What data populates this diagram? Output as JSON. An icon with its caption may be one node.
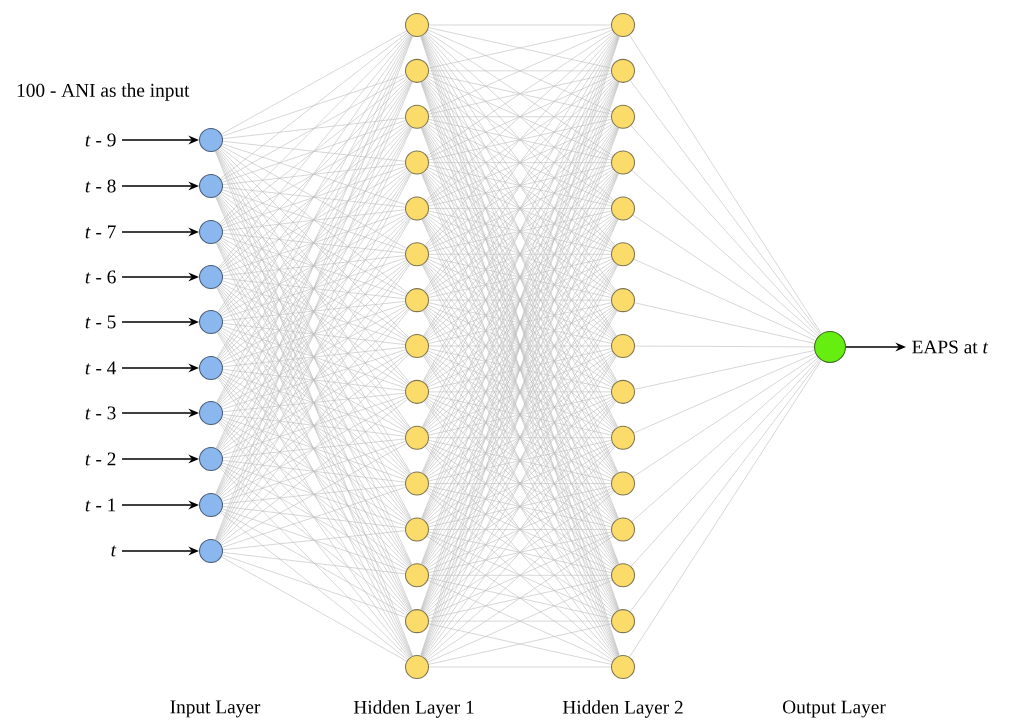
{
  "diagram": {
    "nodes": [
      {
        "text": [
          "*t* - 9"
        ]
      },
      {
        "text": [
          "*t* - 8"
        ]
      },
      {
        "text": [
          "*t* - 7"
        ]
      },
      {
        "text": [
          "*t* - 6"
        ]
      },
      {
        "text": [
          "*t* - 5"
        ]
      },
      {
        "text": [
          "*t* - 4"
        ]
      },
      {
        "text": [
          "*t* - 3"
        ]
      },
      {
        "text": [
          "*t* - 2"
        ]
      },
      {
        "text": [
          "*t* - 1"
        ]
      },
      {
        "text": [
          "*t*"
        ]
      },
      {
        "text": [],
        "shape": "circle"
      },
      {
        "text": [],
        "shape": "circle"
      },
      {
        "text": [],
        "shape": "circle"
      },
      {
        "text": [],
        "shape": "circle"
      },
      {
        "text": [],
        "shape": "circle"
      },
      {
        "text": [],
        "shape": "circle"
      },
      {
        "text": [],
        "shape": "circle"
      },
      {
        "text": [],
        "shape": "circle"
      },
      {
        "text": [],
        "shape": "circle"
      },
      {
        "text": [],
        "shape": "circle"
      },
      {
        "text": [],
        "shape": "circle"
      },
      {
        "text": [],
        "shape": "circle"
      },
      {
        "text": [],
        "shape": "circle"
      },
      {
        "text": [],
        "shape": "circle"
      },
      {
        "text": [],
        "shape": "circle"
      },
      {
        "text": [],
        "shape": "circle"
      },
      {
        "text": [],
        "shape": "circle"
      },
      {
        "text": [],
        "shape": "circle"
      },
      {
        "text": [],
        "shape": "circle"
      },
      {
        "text": [],
        "shape": "circle"
      },
      {
        "text": [],
        "shape": "circle"
      },
      {
        "text": [],
        "shape": "circle"
      },
      {
        "text": [],
        "shape": "circle"
      },
      {
        "text": [],
        "shape": "circle"
      },
      {
        "text": [],
        "shape": "circle"
      },
      {
        "text": [],
        "shape": "circle"
      },
      {
        "text": [],
        "shape": "circle"
      },
      {
        "text": [],
        "shape": "circle"
      },
      {
        "text": [],
        "shape": "circle"
      },
      {
        "text": [],
        "shape": "circle"
      },
      {
        "text": [],
        "shape": "circle"
      },
      {
        "text": [],
        "shape": "circle"
      },
      {
        "text": [],
        "shape": "circle"
      },
      {
        "text": [],
        "shape": "circle"
      },
      {
        "text": [],
        "shape": "circle"
      },
      {
        "text": [],
        "shape": "circle"
      },
      {
        "text": [],
        "shape": "circle"
      },
      {
        "text": [],
        "shape": "circle"
      },
      {
        "text": [],
        "shape": "circle"
      },
      {
        "text": [],
        "shape": "circle"
      },
      {
        "text": [],
        "shape": "circle"
      },
      {
        "text": [
          "EAPS at *t*"
        ]
      }
    ],
    "edges": [
      {
        "from": 0,
        "to": 10,
        "arrow": "to",
        "color": "#000000"
      },
      {
        "from": 1,
        "to": 11,
        "arrow": "to",
        "color": "#000000"
      },
      {
        "from": 2,
        "to": 12,
        "arrow": "to",
        "color": "#000000"
      },
      {
        "from": 3,
        "to": 13,
        "arrow": "to",
        "color": "#000000"
      },
      {
        "from": 4,
        "to": 14,
        "arrow": "to",
        "color": "#000000"
      },
      {
        "from": 5,
        "to": 15,
        "arrow": "to",
        "color": "#000000"
      },
      {
        "from": 6,
        "to": 16,
        "arrow": "to",
        "color": "#000000"
      },
      {
        "from": 7,
        "to": 17,
        "arrow": "to",
        "color": "#000000"
      },
      {
        "from": 8,
        "to": 18,
        "arrow": "to",
        "color": "#000000"
      },
      {
        "from": 9,
        "to": 19,
        "arrow": "to",
        "color": "#000000"
      },
      {
        "from": 10,
        "to": 20,
        "arrow": "none"
      },
      {
        "from": 10,
        "to": 21,
        "arrow": "none"
      },
      {
        "from": 10,
        "to": 22,
        "arrow": "none"
      },
      {
        "from": 10,
        "to": 23,
        "arrow": "none"
      },
      {
        "from": 10,
        "to": 24,
        "arrow": "none"
      },
      {
        "from": 10,
        "to": 25,
        "arrow": "none"
      },
      {
        "from": 10,
        "to": 26,
        "arrow": "none"
      },
      {
        "from": 10,
        "to": 27,
        "arrow": "none"
      },
      {
        "from": 10,
        "to": 28,
        "arrow": "none"
      },
      {
        "from": 10,
        "to": 29,
        "arrow": "none"
      },
      {
        "from": 10,
        "to": 30,
        "arrow": "none"
      },
      {
        "from": 10,
        "to": 31,
        "arrow": "none"
      },
      {
        "from": 10,
        "to": 32,
        "arrow": "none"
      },
      {
        "from": 10,
        "to": 33,
        "arrow": "none"
      },
      {
        "from": 10,
        "to": 34,
        "arrow": "none"
      },
      {
        "from": 11,
        "to": 20,
        "arrow": "none"
      },
      {
        "from": 11,
        "to": 21,
        "arrow": "none"
      },
      {
        "from": 11,
        "to": 22,
        "arrow": "none"
      },
      {
        "from": 11,
        "to": 23,
        "arrow": "none"
      },
      {
        "from": 11,
        "to": 24,
        "arrow": "none"
      },
      {
        "from": 11,
        "to": 25,
        "arrow": "none"
      },
      {
        "from": 11,
        "to": 26,
        "arrow": "none"
      },
      {
        "from": 11,
        "to": 27,
        "arrow": "none"
      },
      {
        "from": 11,
        "to": 28,
        "arrow": "none"
      },
      {
        "from": 11,
        "to": 29,
        "arrow": "none"
      },
      {
        "from": 11,
        "to": 30,
        "arrow": "none"
      },
      {
        "from": 11,
        "to": 31,
        "arrow": "none"
      },
      {
        "from": 11,
        "to": 32,
        "arrow": "none"
      },
      {
        "from": 11,
        "to": 33,
        "arrow": "none"
      },
      {
        "from": 11,
        "to": 34,
        "arrow": "none"
      },
      {
        "from": 12,
        "to": 20,
        "arrow": "none"
      },
      {
        "from": 12,
        "to": 21,
        "arrow": "none"
      },
      {
        "from": 12,
        "to": 22,
        "arrow": "none"
      },
      {
        "from": 12,
        "to": 23,
        "arrow": "none"
      },
      {
        "from": 12,
        "to": 24,
        "arrow": "none"
      },
      {
        "from": 12,
        "to": 25,
        "arrow": "none"
      },
      {
        "from": 12,
        "to": 26,
        "arrow": "none"
      },
      {
        "from": 12,
        "to": 27,
        "arrow": "none"
      },
      {
        "from": 12,
        "to": 28,
        "arrow": "none"
      },
      {
        "from": 12,
        "to": 29,
        "arrow": "none"
      },
      {
        "from": 12,
        "to": 30,
        "arrow": "none"
      },
      {
        "from": 12,
        "to": 31,
        "arrow": "none"
      },
      {
        "from": 12,
        "to": 32,
        "arrow": "none"
      },
      {
        "from": 12,
        "to": 33,
        "arrow": "none"
      },
      {
        "from": 12,
        "to": 34,
        "arrow": "none"
      },
      {
        "from": 13,
        "to": 20,
        "arrow": "none"
      },
      {
        "from": 13,
        "to": 21,
        "arrow": "none"
      },
      {
        "from": 13,
        "to": 22,
        "arrow": "none"
      },
      {
        "from": 13,
        "to": 23,
        "arrow": "none"
      },
      {
        "from": 13,
        "to": 24,
        "arrow": "none"
      },
      {
        "from": 13,
        "to": 25,
        "arrow": "none"
      },
      {
        "from": 13,
        "to": 26,
        "arrow": "none"
      },
      {
        "from": 13,
        "to": 27,
        "arrow": "none"
      },
      {
        "from": 13,
        "to": 28,
        "arrow": "none"
      },
      {
        "from": 13,
        "to": 29,
        "arrow": "none"
      },
      {
        "from": 13,
        "to": 30,
        "arrow": "none"
      },
      {
        "from": 13,
        "to": 31,
        "arrow": "none"
      },
      {
        "from": 13,
        "to": 32,
        "arrow": "none"
      },
      {
        "from": 13,
        "to": 33,
        "arrow": "none"
      },
      {
        "from": 13,
        "to": 34,
        "arrow": "none"
      },
      {
        "from": 14,
        "to": 20,
        "arrow": "none"
      },
      {
        "from": 14,
        "to": 21,
        "arrow": "none"
      },
      {
        "from": 14,
        "to": 22,
        "arrow": "none"
      },
      {
        "from": 14,
        "to": 23,
        "arrow": "none"
      },
      {
        "from": 14,
        "to": 24,
        "arrow": "none"
      },
      {
        "from": 14,
        "to": 25,
        "arrow": "none"
      },
      {
        "from": 14,
        "to": 26,
        "arrow": "none"
      },
      {
        "from": 14,
        "to": 27,
        "arrow": "none"
      },
      {
        "from": 14,
        "to": 28,
        "arrow": "none"
      },
      {
        "from": 14,
        "to": 29,
        "arrow": "none"
      },
      {
        "from": 14,
        "to": 30,
        "arrow": "none"
      },
      {
        "from": 14,
        "to": 31,
        "arrow": "none"
      },
      {
        "from": 14,
        "to": 32,
        "arrow": "none"
      },
      {
        "from": 14,
        "to": 33,
        "arrow": "none"
      },
      {
        "from": 14,
        "to": 34,
        "arrow": "none"
      },
      {
        "from": 15,
        "to": 20,
        "arrow": "none"
      },
      {
        "from": 15,
        "to": 21,
        "arrow": "none"
      },
      {
        "from": 15,
        "to": 22,
        "arrow": "none"
      },
      {
        "from": 15,
        "to": 23,
        "arrow": "none"
      },
      {
        "from": 15,
        "to": 24,
        "arrow": "none"
      },
      {
        "from": 15,
        "to": 25,
        "arrow": "none"
      },
      {
        "from": 15,
        "to": 26,
        "arrow": "none"
      },
      {
        "from": 15,
        "to": 27,
        "arrow": "none"
      },
      {
        "from": 15,
        "to": 28,
        "arrow": "none"
      },
      {
        "from": 15,
        "to": 29,
        "arrow": "none"
      },
      {
        "from": 15,
        "to": 30,
        "arrow": "none"
      },
      {
        "from": 15,
        "to": 31,
        "arrow": "none"
      },
      {
        "from": 15,
        "to": 32,
        "arrow": "none"
      },
      {
        "from": 15,
        "to": 33,
        "arrow": "none"
      },
      {
        "from": 15,
        "to": 34,
        "arrow": "none"
      },
      {
        "from": 16,
        "to": 20,
        "arrow": "none"
      },
      {
        "from": 16,
        "to": 21,
        "arrow": "none"
      },
      {
        "from": 16,
        "to": 22,
        "arrow": "none"
      },
      {
        "from": 16,
        "to": 23,
        "arrow": "none"
      },
      {
        "from": 16,
        "to": 24,
        "arrow": "none"
      },
      {
        "from": 16,
        "to": 25,
        "arrow": "none"
      },
      {
        "from": 16,
        "to": 26,
        "arrow": "none"
      },
      {
        "from": 16,
        "to": 27,
        "arrow": "none"
      },
      {
        "from": 16,
        "to": 28,
        "arrow": "none"
      },
      {
        "from": 16,
        "to": 29,
        "arrow": "none"
      },
      {
        "from": 16,
        "to": 30,
        "arrow": "none"
      },
      {
        "from": 16,
        "to": 31,
        "arrow": "none"
      },
      {
        "from": 16,
        "to": 32,
        "arrow": "none"
      },
      {
        "from": 16,
        "to": 33,
        "arrow": "none"
      },
      {
        "from": 16,
        "to": 34,
        "arrow": "none"
      },
      {
        "from": 17,
        "to": 20,
        "arrow": "none"
      },
      {
        "from": 17,
        "to": 21,
        "arrow": "none"
      },
      {
        "from": 17,
        "to": 22,
        "arrow": "none"
      },
      {
        "from": 17,
        "to": 23,
        "arrow": "none"
      },
      {
        "from": 17,
        "to": 24,
        "arrow": "none"
      },
      {
        "from": 17,
        "to": 25,
        "arrow": "none"
      },
      {
        "from": 17,
        "to": 26,
        "arrow": "none"
      },
      {
        "from": 17,
        "to": 27,
        "arrow": "none"
      },
      {
        "from": 17,
        "to": 28,
        "arrow": "none"
      },
      {
        "from": 17,
        "to": 29,
        "arrow": "none"
      },
      {
        "from": 17,
        "to": 30,
        "arrow": "none"
      },
      {
        "from": 17,
        "to": 31,
        "arrow": "none"
      },
      {
        "from": 17,
        "to": 32,
        "arrow": "none"
      },
      {
        "from": 17,
        "to": 33,
        "arrow": "none"
      },
      {
        "from": 17,
        "to": 34,
        "arrow": "none"
      },
      {
        "from": 18,
        "to": 20,
        "arrow": "none"
      },
      {
        "from": 18,
        "to": 21,
        "arrow": "none"
      },
      {
        "from": 18,
        "to": 22,
        "arrow": "none"
      },
      {
        "from": 18,
        "to": 23,
        "arrow": "none"
      },
      {
        "from": 18,
        "to": 24,
        "arrow": "none"
      },
      {
        "from": 18,
        "to": 25,
        "arrow": "none"
      },
      {
        "from": 18,
        "to": 26,
        "arrow": "none"
      },
      {
        "from": 18,
        "to": 27,
        "arrow": "none"
      },
      {
        "from": 18,
        "to": 28,
        "arrow": "none"
      },
      {
        "from": 18,
        "to": 29,
        "arrow": "none"
      },
      {
        "from": 18,
        "to": 30,
        "arrow": "none"
      },
      {
        "from": 18,
        "to": 31,
        "arrow": "none"
      },
      {
        "from": 18,
        "to": 32,
        "arrow": "none"
      },
      {
        "from": 18,
        "to": 33,
        "arrow": "none"
      },
      {
        "from": 18,
        "to": 34,
        "arrow": "none"
      },
      {
        "from": 19,
        "to": 20,
        "arrow": "none"
      },
      {
        "from": 19,
        "to": 21,
        "arrow": "none"
      },
      {
        "from": 19,
        "to": 22,
        "arrow": "none"
      },
      {
        "from": 19,
        "to": 23,
        "arrow": "none"
      },
      {
        "from": 19,
        "to": 24,
        "arrow": "none"
      },
      {
        "from": 19,
        "to": 25,
        "arrow": "none"
      },
      {
        "from": 19,
        "to": 26,
        "arrow": "none"
      },
      {
        "from": 19,
        "to": 27,
        "arrow": "none"
      },
      {
        "from": 19,
        "to": 28,
        "arrow": "none"
      },
      {
        "from": 19,
        "to": 29,
        "arrow": "none"
      },
      {
        "from": 19,
        "to": 30,
        "arrow": "none"
      },
      {
        "from": 19,
        "to": 31,
        "arrow": "none"
      },
      {
        "from": 19,
        "to": 32,
        "arrow": "none"
      },
      {
        "from": 19,
        "to": 33,
        "arrow": "none"
      },
      {
        "from": 19,
        "to": 34,
        "arrow": "none"
      },
      {
        "from": 20,
        "to": 35,
        "arrow": "none"
      },
      {
        "from": 20,
        "to": 36,
        "arrow": "none"
      },
      {
        "from": 20,
        "to": 37,
        "arrow": "none"
      },
      {
        "from": 20,
        "to": 38,
        "arrow": "none"
      },
      {
        "from": 20,
        "to": 39,
        "arrow": "none"
      },
      {
        "from": 20,
        "to": 40,
        "arrow": "none"
      },
      {
        "from": 20,
        "to": 41,
        "arrow": "none"
      },
      {
        "from": 20,
        "to": 42,
        "arrow": "none"
      },
      {
        "from": 20,
        "to": 43,
        "arrow": "none"
      },
      {
        "from": 20,
        "to": 44,
        "arrow": "none"
      },
      {
        "from": 20,
        "to": 45,
        "arrow": "none"
      },
      {
        "from": 20,
        "to": 46,
        "arrow": "none"
      },
      {
        "from": 20,
        "to": 47,
        "arrow": "none"
      },
      {
        "from": 20,
        "to": 48,
        "arrow": "none"
      },
      {
        "from": 20,
        "to": 49,
        "arrow": "none"
      },
      {
        "from": 21,
        "to": 35,
        "arrow": "none"
      },
      {
        "from": 21,
        "to": 36,
        "arrow": "none"
      },
      {
        "from": 21,
        "to": 37,
        "arrow": "none"
      },
      {
        "from": 21,
        "to": 38,
        "arrow": "none"
      },
      {
        "from": 21,
        "to": 39,
        "arrow": "none"
      },
      {
        "from": 21,
        "to": 40,
        "arrow": "none"
      },
      {
        "from": 21,
        "to": 41,
        "arrow": "none"
      },
      {
        "from": 21,
        "to": 42,
        "arrow": "none"
      },
      {
        "from": 21,
        "to": 43,
        "arrow": "none"
      },
      {
        "from": 21,
        "to": 44,
        "arrow": "none"
      },
      {
        "from": 21,
        "to": 45,
        "arrow": "none"
      },
      {
        "from": 21,
        "to": 46,
        "arrow": "none"
      },
      {
        "from": 21,
        "to": 47,
        "arrow": "none"
      },
      {
        "from": 21,
        "to": 48,
        "arrow": "none"
      },
      {
        "from": 21,
        "to": 49,
        "arrow": "none"
      },
      {
        "from": 22,
        "to": 35,
        "arrow": "none"
      },
      {
        "from": 22,
        "to": 36,
        "arrow": "none"
      },
      {
        "from": 22,
        "to": 37,
        "arrow": "none"
      },
      {
        "from": 22,
        "to": 38,
        "arrow": "none"
      },
      {
        "from": 22,
        "to": 39,
        "arrow": "none"
      },
      {
        "from": 22,
        "to": 40,
        "arrow": "none"
      },
      {
        "from": 22,
        "to": 41,
        "arrow": "none"
      },
      {
        "from": 22,
        "to": 42,
        "arrow": "none"
      },
      {
        "from": 22,
        "to": 43,
        "arrow": "none"
      },
      {
        "from": 22,
        "to": 44,
        "arrow": "none"
      },
      {
        "from": 22,
        "to": 45,
        "arrow": "none"
      },
      {
        "from": 22,
        "to": 46,
        "arrow": "none"
      },
      {
        "from": 22,
        "to": 47,
        "arrow": "none"
      },
      {
        "from": 22,
        "to": 48,
        "arrow": "none"
      },
      {
        "from": 22,
        "to": 49,
        "arrow": "none"
      },
      {
        "from": 23,
        "to": 35,
        "arrow": "none"
      },
      {
        "from": 23,
        "to": 36,
        "arrow": "none"
      },
      {
        "from": 23,
        "to": 37,
        "arrow": "none"
      },
      {
        "from": 23,
        "to": 38,
        "arrow": "none"
      },
      {
        "from": 23,
        "to": 39,
        "arrow": "none"
      },
      {
        "from": 23,
        "to": 40,
        "arrow": "none"
      },
      {
        "from": 23,
        "to": 41,
        "arrow": "none"
      },
      {
        "from": 23,
        "to": 42,
        "arrow": "none"
      },
      {
        "from": 23,
        "to": 43,
        "arrow": "none"
      },
      {
        "from": 23,
        "to": 44,
        "arrow": "none"
      },
      {
        "from": 23,
        "to": 45,
        "arrow": "none"
      },
      {
        "from": 23,
        "to": 46,
        "arrow": "none"
      },
      {
        "from": 23,
        "to": 47,
        "arrow": "none"
      },
      {
        "from": 23,
        "to": 48,
        "arrow": "none"
      },
      {
        "from": 23,
        "to": 49,
        "arrow": "none"
      },
      {
        "from": 24,
        "to": 35,
        "arrow": "none"
      },
      {
        "from": 24,
        "to": 36,
        "arrow": "none"
      },
      {
        "from": 24,
        "to": 37,
        "arrow": "none"
      },
      {
        "from": 24,
        "to": 38,
        "arrow": "none"
      },
      {
        "from": 24,
        "to": 39,
        "arrow": "none"
      },
      {
        "from": 24,
        "to": 40,
        "arrow": "none"
      },
      {
        "from": 24,
        "to": 41,
        "arrow": "none"
      },
      {
        "from": 24,
        "to": 42,
        "arrow": "none"
      },
      {
        "from": 24,
        "to": 43,
        "arrow": "none"
      },
      {
        "from": 24,
        "to": 44,
        "arrow": "none"
      },
      {
        "from": 24,
        "to": 45,
        "arrow": "none"
      },
      {
        "from": 24,
        "to": 46,
        "arrow": "none"
      },
      {
        "from": 24,
        "to": 47,
        "arrow": "none"
      },
      {
        "from": 24,
        "to": 48,
        "arrow": "none"
      },
      {
        "from": 24,
        "to": 49,
        "arrow": "none"
      },
      {
        "from": 25,
        "to": 35,
        "arrow": "none"
      },
      {
        "from": 25,
        "to": 36,
        "arrow": "none"
      },
      {
        "from": 25,
        "to": 37,
        "arrow": "none"
      },
      {
        "from": 25,
        "to": 38,
        "arrow": "none"
      },
      {
        "from": 25,
        "to": 39,
        "arrow": "none"
      },
      {
        "from": 25,
        "to": 40,
        "arrow": "none"
      },
      {
        "from": 25,
        "to": 41,
        "arrow": "none"
      },
      {
        "from": 25,
        "to": 42,
        "arrow": "none"
      },
      {
        "from": 25,
        "to": 43,
        "arrow": "none"
      },
      {
        "from": 25,
        "to": 44,
        "arrow": "none"
      },
      {
        "from": 25,
        "to": 45,
        "arrow": "none"
      },
      {
        "from": 25,
        "to": 46,
        "arrow": "none"
      },
      {
        "from": 25,
        "to": 47,
        "arrow": "none"
      },
      {
        "from": 25,
        "to": 48,
        "arrow": "none"
      },
      {
        "from": 25,
        "to": 49,
        "arrow": "none"
      },
      {
        "from": 26,
        "to": 35,
        "arrow": "none"
      },
      {
        "from": 26,
        "to": 36,
        "arrow": "none"
      },
      {
        "from": 26,
        "to": 37,
        "arrow": "none"
      },
      {
        "from": 26,
        "to": 38,
        "arrow": "none"
      },
      {
        "from": 26,
        "to": 39,
        "arrow": "none"
      },
      {
        "from": 26,
        "to": 40,
        "arrow": "none"
      },
      {
        "from": 26,
        "to": 41,
        "arrow": "none"
      },
      {
        "from": 26,
        "to": 42,
        "arrow": "none"
      },
      {
        "from": 26,
        "to": 43,
        "arrow": "none"
      },
      {
        "from": 26,
        "to": 44,
        "arrow": "none"
      },
      {
        "from": 26,
        "to": 45,
        "arrow": "none"
      },
      {
        "from": 26,
        "to": 46,
        "arrow": "none"
      },
      {
        "from": 26,
        "to": 47,
        "arrow": "none"
      },
      {
        "from": 26,
        "to": 48,
        "arrow": "none"
      },
      {
        "from": 26,
        "to": 49,
        "arrow": "none"
      },
      {
        "from": 27,
        "to": 35,
        "arrow": "none"
      },
      {
        "from": 27,
        "to": 36,
        "arrow": "none"
      },
      {
        "from": 27,
        "to": 37,
        "arrow": "none"
      },
      {
        "from": 27,
        "to": 38,
        "arrow": "none"
      },
      {
        "from": 27,
        "to": 39,
        "arrow": "none"
      },
      {
        "from": 27,
        "to": 40,
        "arrow": "none"
      },
      {
        "from": 27,
        "to": 41,
        "arrow": "none"
      },
      {
        "from": 27,
        "to": 42,
        "arrow": "none"
      },
      {
        "from": 27,
        "to": 43,
        "arrow": "none"
      },
      {
        "from": 27,
        "to": 44,
        "arrow": "none"
      },
      {
        "from": 27,
        "to": 45,
        "arrow": "none"
      },
      {
        "from": 27,
        "to": 46,
        "arrow": "none"
      },
      {
        "from": 27,
        "to": 47,
        "arrow": "none"
      },
      {
        "from": 27,
        "to": 48,
        "arrow": "none"
      },
      {
        "from": 27,
        "to": 49,
        "arrow": "none"
      },
      {
        "from": 28,
        "to": 35,
        "arrow": "none"
      },
      {
        "from": 28,
        "to": 36,
        "arrow": "none"
      },
      {
        "from": 28,
        "to": 37,
        "arrow": "none"
      },
      {
        "from": 28,
        "to": 38,
        "arrow": "none"
      },
      {
        "from": 28,
        "to": 39,
        "arrow": "none"
      },
      {
        "from": 28,
        "to": 40,
        "arrow": "none"
      },
      {
        "from": 28,
        "to": 41,
        "arrow": "none"
      },
      {
        "from": 28,
        "to": 42,
        "arrow": "none"
      },
      {
        "from": 28,
        "to": 43,
        "arrow": "none"
      },
      {
        "from": 28,
        "to": 44,
        "arrow": "none"
      },
      {
        "from": 28,
        "to": 45,
        "arrow": "none"
      },
      {
        "from": 28,
        "to": 46,
        "arrow": "none"
      },
      {
        "from": 28,
        "to": 47,
        "arrow": "none"
      },
      {
        "from": 28,
        "to": 48,
        "arrow": "none"
      },
      {
        "from": 28,
        "to": 49,
        "arrow": "none"
      },
      {
        "from": 29,
        "to": 35,
        "arrow": "none"
      },
      {
        "from": 29,
        "to": 36,
        "arrow": "none"
      },
      {
        "from": 29,
        "to": 37,
        "arrow": "none"
      },
      {
        "from": 29,
        "to": 38,
        "arrow": "none"
      },
      {
        "from": 29,
        "to": 39,
        "arrow": "none"
      },
      {
        "from": 29,
        "to": 40,
        "arrow": "none"
      },
      {
        "from": 29,
        "to": 41,
        "arrow": "none"
      },
      {
        "from": 29,
        "to": 42,
        "arrow": "none"
      },
      {
        "from": 29,
        "to": 43,
        "arrow": "none"
      },
      {
        "from": 29,
        "to": 44,
        "arrow": "none"
      },
      {
        "from": 29,
        "to": 45,
        "arrow": "none"
      },
      {
        "from": 29,
        "to": 46,
        "arrow": "none"
      },
      {
        "from": 29,
        "to": 47,
        "arrow": "none"
      },
      {
        "from": 29,
        "to": 48,
        "arrow": "none"
      },
      {
        "from": 29,
        "to": 49,
        "arrow": "none"
      },
      {
        "from": 30,
        "to": 35,
        "arrow": "none"
      },
      {
        "from": 30,
        "to": 36,
        "arrow": "none"
      },
      {
        "from": 30,
        "to": 37,
        "arrow": "none"
      },
      {
        "from": 30,
        "to": 38,
        "arrow": "none"
      },
      {
        "from": 30,
        "to": 39,
        "arrow": "none"
      },
      {
        "from": 30,
        "to": 40,
        "arrow": "none"
      },
      {
        "from": 30,
        "to": 41,
        "arrow": "none"
      },
      {
        "from": 30,
        "to": 42,
        "arrow": "none"
      },
      {
        "from": 30,
        "to": 43,
        "arrow": "none"
      },
      {
        "from": 30,
        "to": 44,
        "arrow": "none"
      },
      {
        "from": 30,
        "to": 45,
        "arrow": "none"
      },
      {
        "from": 30,
        "to": 46,
        "arrow": "none"
      },
      {
        "from": 30,
        "to": 47,
        "arrow": "none"
      },
      {
        "from": 30,
        "to": 48,
        "arrow": "none"
      },
      {
        "from": 30,
        "to": 49,
        "arrow": "none"
      },
      {
        "from": 31,
        "to": 35,
        "arrow": "none"
      },
      {
        "from": 31,
        "to": 36,
        "arrow": "none"
      },
      {
        "from": 31,
        "to": 37,
        "arrow": "none"
      },
      {
        "from": 31,
        "to": 38,
        "arrow": "none"
      },
      {
        "from": 31,
        "to": 39,
        "arrow": "none"
      },
      {
        "from": 31,
        "to": 40,
        "arrow": "none"
      },
      {
        "from": 31,
        "to": 41,
        "arrow": "none"
      },
      {
        "from": 31,
        "to": 42,
        "arrow": "none"
      },
      {
        "from": 31,
        "to": 43,
        "arrow": "none"
      },
      {
        "from": 31,
        "to": 44,
        "arrow": "none"
      },
      {
        "from": 31,
        "to": 45,
        "arrow": "none"
      },
      {
        "from": 31,
        "to": 46,
        "arrow": "none"
      },
      {
        "from": 31,
        "to": 47,
        "arrow": "none"
      },
      {
        "from": 31,
        "to": 48,
        "arrow": "none"
      },
      {
        "from": 31,
        "to": 49,
        "arrow": "none"
      },
      {
        "from": 32,
        "to": 35,
        "arrow": "none"
      },
      {
        "from": 32,
        "to": 36,
        "arrow": "none"
      },
      {
        "from": 32,
        "to": 37,
        "arrow": "none"
      },
      {
        "from": 32,
        "to": 38,
        "arrow": "none"
      },
      {
        "from": 32,
        "to": 39,
        "arrow": "none"
      },
      {
        "from": 32,
        "to": 40,
        "arrow": "none"
      },
      {
        "from": 32,
        "to": 41,
        "arrow": "none"
      },
      {
        "from": 32,
        "to": 42,
        "arrow": "none"
      },
      {
        "from": 32,
        "to": 43,
        "arrow": "none"
      },
      {
        "from": 32,
        "to": 44,
        "arrow": "none"
      },
      {
        "from": 32,
        "to": 45,
        "arrow": "none"
      },
      {
        "from": 32,
        "to": 46,
        "arrow": "none"
      },
      {
        "from": 32,
        "to": 47,
        "arrow": "none"
      },
      {
        "from": 32,
        "to": 48,
        "arrow": "none"
      },
      {
        "from": 32,
        "to": 49,
        "arrow": "none"
      },
      {
        "from": 33,
        "to": 35,
        "arrow": "none"
      },
      {
        "from": 33,
        "to": 36,
        "arrow": "none"
      },
      {
        "from": 33,
        "to": 37,
        "arrow": "none"
      },
      {
        "from": 33,
        "to": 38,
        "arrow": "none"
      },
      {
        "from": 33,
        "to": 39,
        "arrow": "none"
      },
      {
        "from": 33,
        "to": 40,
        "arrow": "none"
      },
      {
        "from": 33,
        "to": 41,
        "arrow": "none"
      },
      {
        "from": 33,
        "to": 42,
        "arrow": "none"
      },
      {
        "from": 33,
        "to": 43,
        "arrow": "none"
      },
      {
        "from": 33,
        "to": 44,
        "arrow": "none"
      },
      {
        "from": 33,
        "to": 45,
        "arrow": "none"
      },
      {
        "from": 33,
        "to": 46,
        "arrow": "none"
      },
      {
        "from": 33,
        "to": 47,
        "arrow": "none"
      },
      {
        "from": 33,
        "to": 48,
        "arrow": "none"
      },
      {
        "from": 33,
        "to": 49,
        "arrow": "none"
      },
      {
        "from": 34,
        "to": 35,
        "arrow": "none"
      },
      {
        "from": 34,
        "to": 36,
        "arrow": "none"
      },
      {
        "from": 34,
        "to": 37,
        "arrow": "none"
      },
      {
        "from": 34,
        "to": 38,
        "arrow": "none"
      },
      {
        "from": 34,
        "to": 39,
        "arrow": "none"
      },
      {
        "from": 34,
        "to": 40,
        "arrow": "none"
      },
      {
        "from": 34,
        "to": 41,
        "arrow": "none"
      },
      {
        "from": 34,
        "to": 42,
        "arrow": "none"
      },
      {
        "from": 34,
        "to": 43,
        "arrow": "none"
      },
      {
        "from": 34,
        "to": 44,
        "arrow": "none"
      },
      {
        "from": 34,
        "to": 45,
        "arrow": "none"
      },
      {
        "from": 34,
        "to": 46,
        "arrow": "none"
      },
      {
        "from": 34,
        "to": 47,
        "arrow": "none"
      },
      {
        "from": 34,
        "to": 48,
        "arrow": "none"
      },
      {
        "from": 34,
        "to": 49,
        "arrow": "none"
      },
      {
        "from": 35,
        "to": 50,
        "arrow": "none"
      },
      {
        "from": 36,
        "to": 50,
        "arrow": "none"
      },
      {
        "from": 37,
        "to": 50,
        "arrow": "none"
      },
      {
        "from": 38,
        "to": 50,
        "arrow": "none"
      },
      {
        "from": 39,
        "to": 50,
        "arrow": "none"
      },
      {
        "from": 40,
        "to": 50,
        "arrow": "none"
      },
      {
        "from": 41,
        "to": 50,
        "arrow": "none"
      },
      {
        "from": 42,
        "to": 50,
        "arrow": "none"
      },
      {
        "from": 43,
        "to": 50,
        "arrow": "none"
      },
      {
        "from": 44,
        "to": 50,
        "arrow": "none"
      },
      {
        "from": 45,
        "to": 50,
        "arrow": "none"
      },
      {
        "from": 46,
        "to": 50,
        "arrow": "none"
      },
      {
        "from": 47,
        "to": 50,
        "arrow": "none"
      },
      {
        "from": 48,
        "to": 50,
        "arrow": "none"
      },
      {
        "from": 49,
        "to": 50,
        "arrow": "none"
      },
      {
        "from": 50,
        "to": 51,
        "arrow": "to",
        "color": "#000000"
      }
    ],
    "labels": [
      "100 - ANI as the input",
      "Input Layer",
      "Hidden Layer 1",
      "Hidden Layer 2",
      "Output Layer"
    ]
  }
}
